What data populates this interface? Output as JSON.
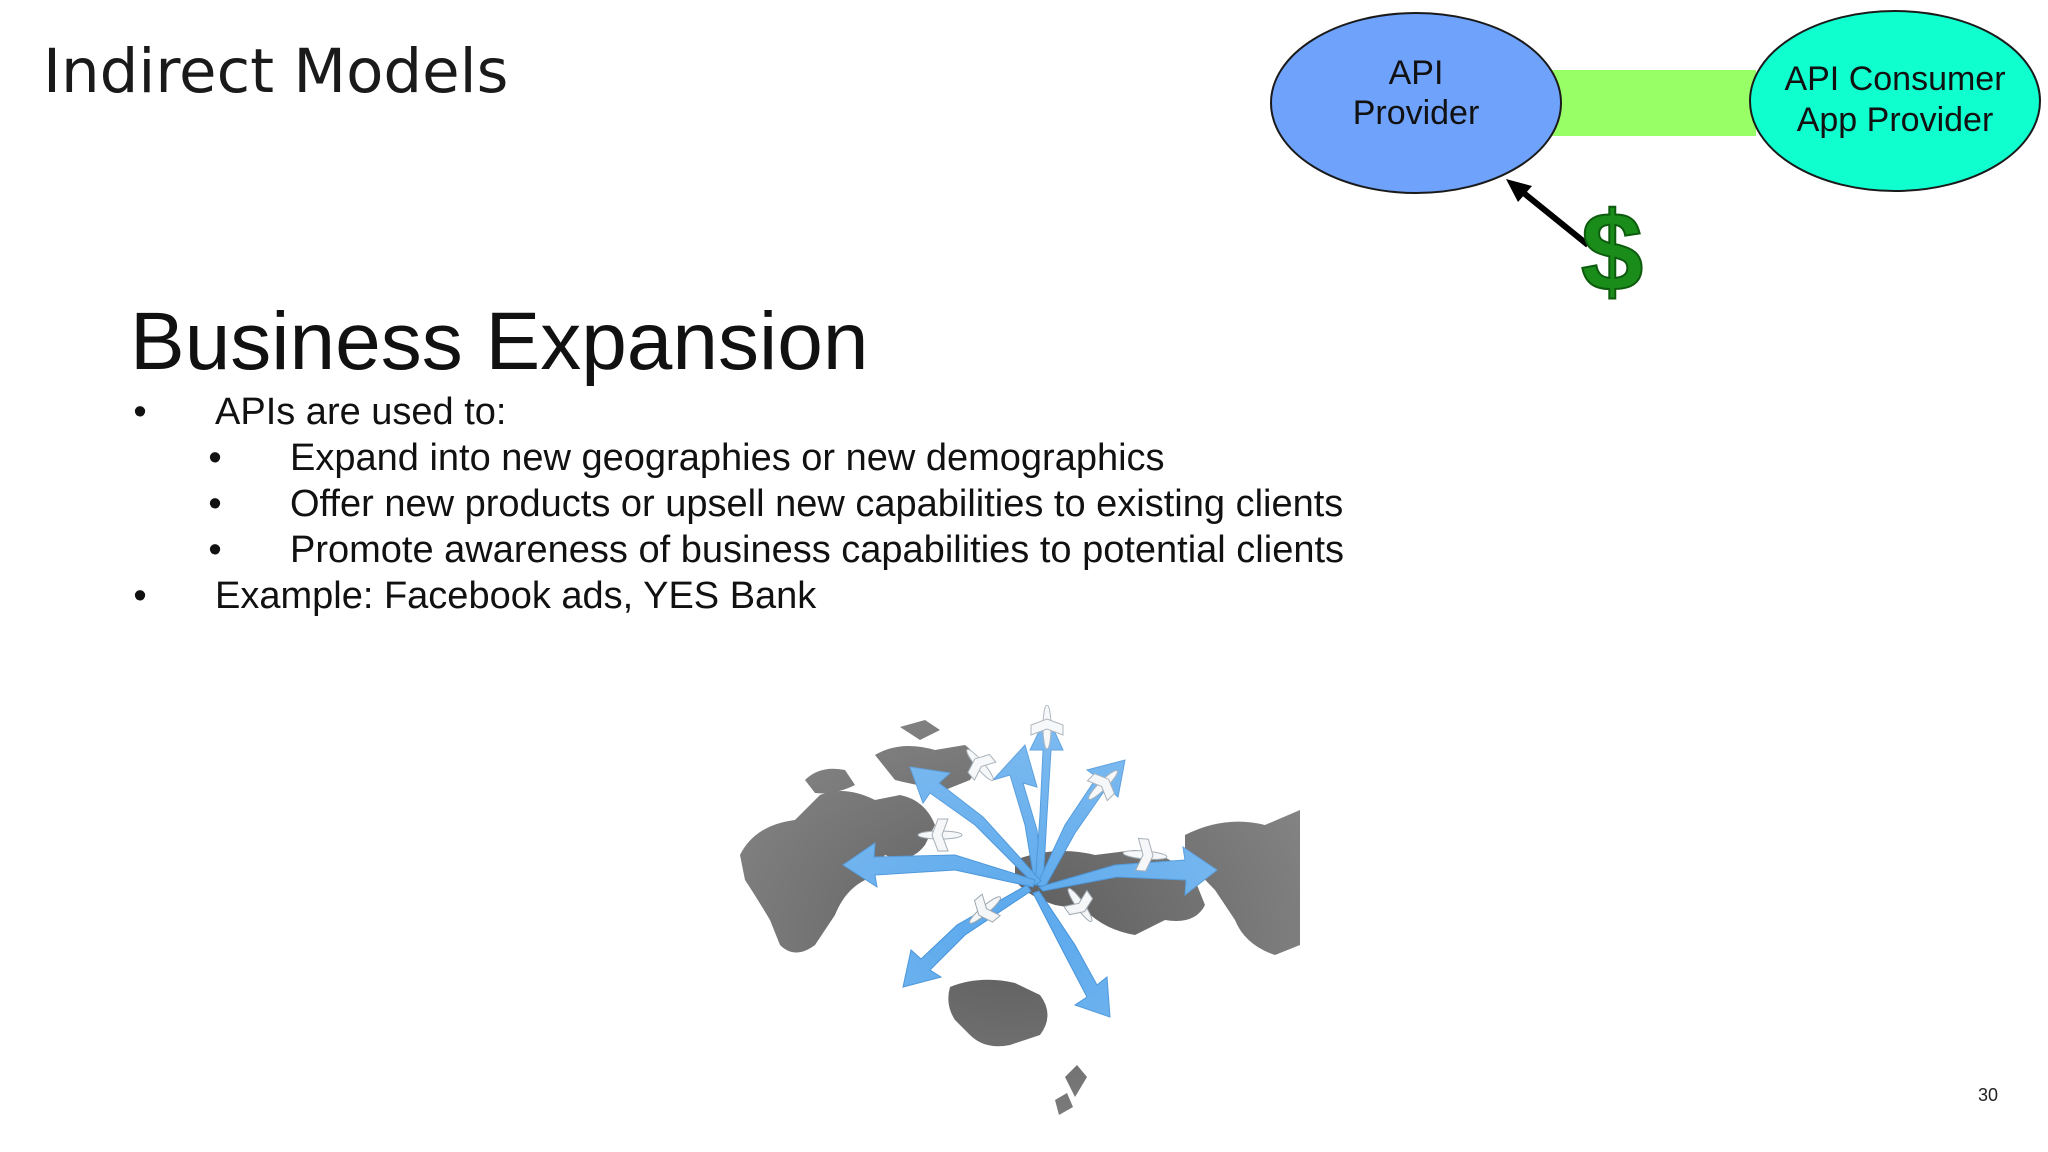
{
  "slide": {
    "header_title": "Indirect Models",
    "section_title": "Business Expansion",
    "bullets": [
      {
        "bullet": "•",
        "text": "APIs are used to:"
      },
      {
        "bullet": "•",
        "text": "Expand into new geographies or new demographics"
      },
      {
        "bullet": "•",
        "text": "Offer new products or upsell new capabilities to existing clients"
      },
      {
        "bullet": "•",
        "text": "Promote awareness of business capabilities to potential clients"
      },
      {
        "bullet": "•",
        "text": "Example: Facebook ads, YES Bank"
      }
    ],
    "page_number": "30"
  },
  "diagram": {
    "provider": {
      "line1": "API",
      "line2": "Provider",
      "color": "#6fa2fb"
    },
    "consumer": {
      "line1": "API Consumer",
      "line2": "App Provider",
      "color": "#0fffcf"
    },
    "connector_color": "#99ff66",
    "dollar_sign": "$",
    "dollar_color": "#1a8c1a"
  },
  "image": {
    "icon": "world-map-airplanes-icon",
    "arrow_color": "#5aa8ec",
    "land_color": "#5c5c5c"
  }
}
